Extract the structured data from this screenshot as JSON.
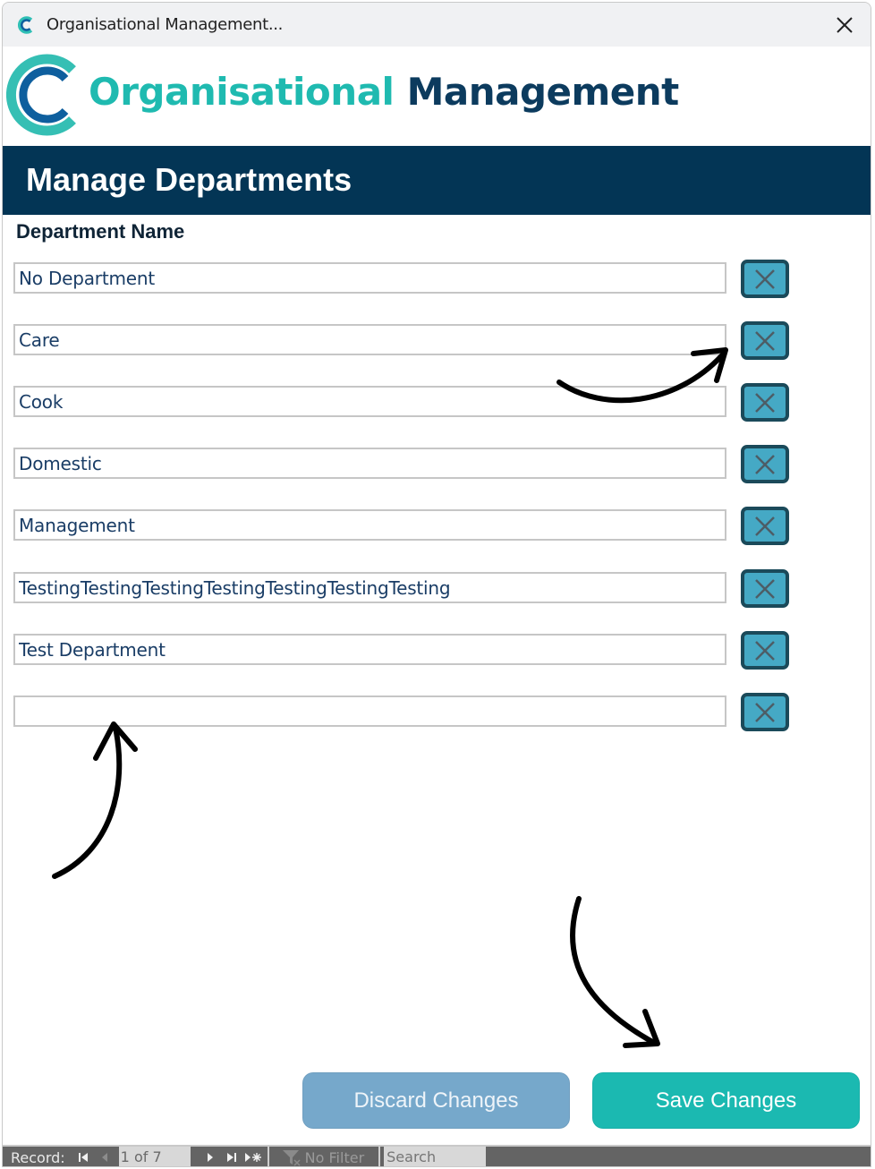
{
  "window": {
    "title": "Organisational Management...",
    "app_icon": "c-logo-icon",
    "close_icon": "close-icon"
  },
  "logo": {
    "word1": "Organisational",
    "word2": "Management",
    "colors": {
      "teal": "#1fbab0",
      "navy": "#0c3b5e",
      "mark_blue": "#0e5f9e"
    }
  },
  "header": {
    "title": "Manage Departments",
    "background": "#033555"
  },
  "form": {
    "column_label": "Department Name",
    "rows": [
      {
        "value": "No Department",
        "focused": true
      },
      {
        "value": "Care"
      },
      {
        "value": "Cook"
      },
      {
        "value": "Domestic"
      },
      {
        "value": "Management"
      },
      {
        "value": "TestingTestingTestingTestingTestingTestingTesting"
      },
      {
        "value": "Test Department"
      },
      {
        "value": "",
        "new_record": true
      }
    ],
    "delete_icon": "x-icon",
    "delete_button_color": "#45a9c5"
  },
  "actions": {
    "discard_label": "Discard Changes",
    "save_label": "Save Changes",
    "discard_color": "#76a8cb",
    "save_color": "#1bb9b1"
  },
  "record_nav": {
    "label": "Record:",
    "first_icon": "first-record-icon",
    "prev_icon": "previous-record-icon",
    "counter": "1 of 7",
    "next_icon": "next-record-icon",
    "last_icon": "last-record-icon",
    "new_icon": "new-record-icon",
    "filter_label": "No Filter",
    "search_placeholder": "Search"
  }
}
